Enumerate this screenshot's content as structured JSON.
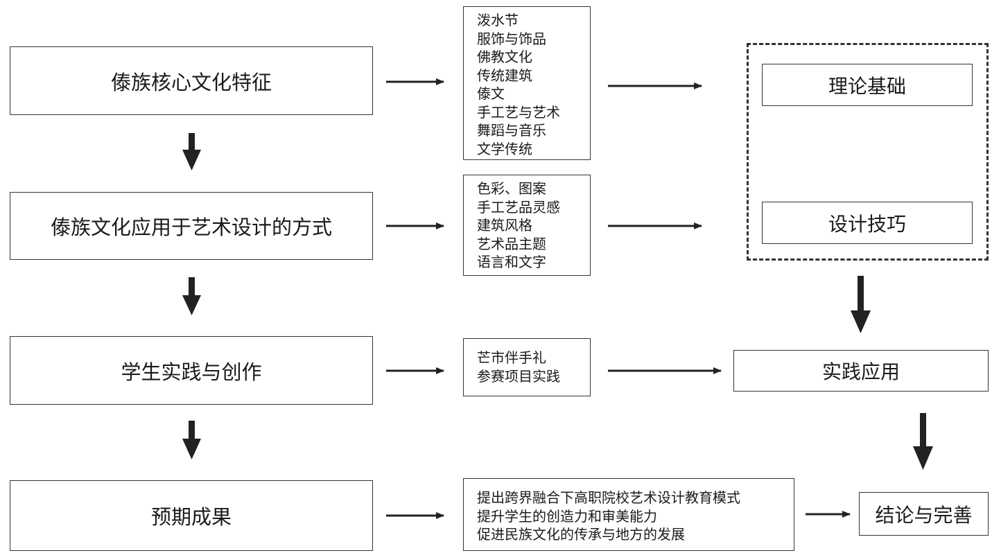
{
  "stages": [
    {
      "label": "傣族核心文化特征"
    },
    {
      "label": "傣族文化应用于艺术设计的方式"
    },
    {
      "label": "学生实践与创作"
    },
    {
      "label": "预期成果"
    }
  ],
  "details": [
    {
      "lines": [
        "泼水节",
        "服饰与饰品",
        "佛教文化",
        "传统建筑",
        "傣文",
        "手工艺与艺术",
        "舞蹈与音乐",
        "文学传统"
      ]
    },
    {
      "lines": [
        "色彩、图案",
        "手工艺品灵感",
        "建筑风格",
        "艺术品主题",
        "语言和文字"
      ]
    },
    {
      "lines": [
        "芒市伴手礼",
        "参赛项目实践"
      ]
    },
    {
      "lines": [
        "提出跨界融合下高职院校艺术设计教育模式",
        "提升学生的创造力和审美能力",
        "促进民族文化的传承与地方的发展"
      ]
    }
  ],
  "outcomes": {
    "theory": "理论基础",
    "skills": "设计技巧",
    "practice": "实践应用",
    "conclusion": "结论与完善"
  }
}
